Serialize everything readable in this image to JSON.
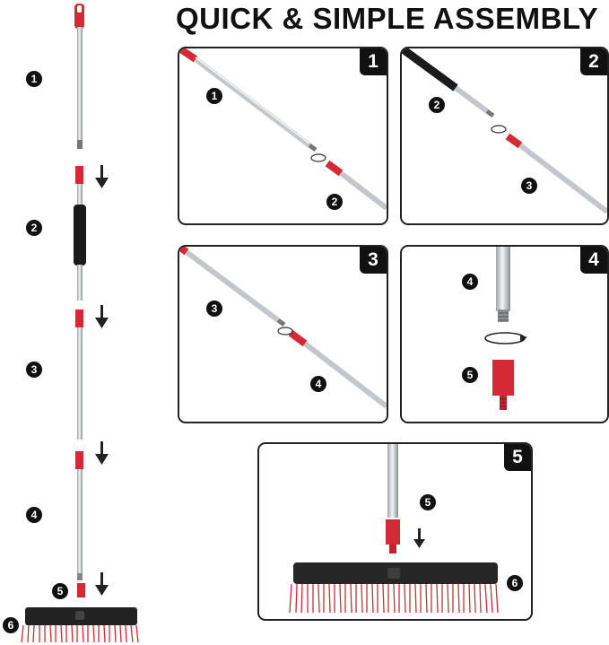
{
  "title": "QUICK & SIMPLE ASSEMBLY",
  "left_column": {
    "markers": [
      "1",
      "2",
      "3",
      "4",
      "5",
      "6"
    ]
  },
  "panels": [
    {
      "badge": "1",
      "markers": [
        "1",
        "2"
      ]
    },
    {
      "badge": "2",
      "markers": [
        "2",
        "3"
      ]
    },
    {
      "badge": "3",
      "markers": [
        "3",
        "4"
      ]
    },
    {
      "badge": "4",
      "markers": [
        "4",
        "5"
      ]
    },
    {
      "badge": "5",
      "markers": [
        "5",
        "6"
      ]
    }
  ],
  "colors": {
    "accent_red": "#d42a35",
    "black": "#111111",
    "steel": "#c9ccd0"
  },
  "icons": [
    "down-arrow-icon",
    "rotate-arrow-icon"
  ]
}
